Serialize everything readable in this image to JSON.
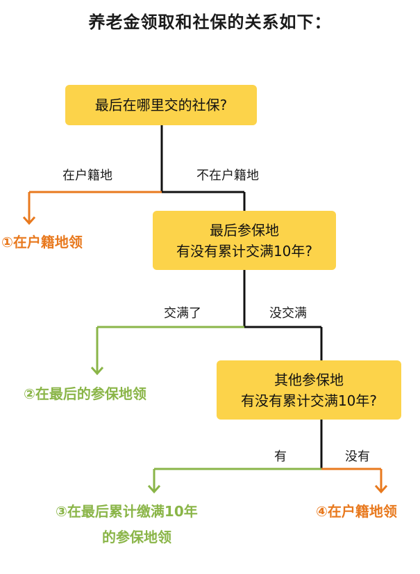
{
  "title": "养老金领取和社保的关系如下：",
  "colors": {
    "box": "#fcd34a",
    "line_black": "#111111",
    "line_orange": "#e8791e",
    "line_green": "#8ab548"
  },
  "nodes": {
    "q1": {
      "line1": "最后在哪里交的社保?"
    },
    "q2": {
      "line1": "最后参保地",
      "line2": "有没有累计交满10年?"
    },
    "q3": {
      "line1": "其他参保地",
      "line2": "有没有累计交满10年?"
    }
  },
  "branches": {
    "q1_left": "在户籍地",
    "q1_right": "不在户籍地",
    "q2_left": "交满了",
    "q2_right": "没交满",
    "q3_left": "有",
    "q3_right": "没有"
  },
  "outcomes": {
    "o1": {
      "line1": "①在户籍地领"
    },
    "o2": {
      "line1": "②在最后的参保地领"
    },
    "o3": {
      "line1": "③在最后累计缴满10年",
      "line2": "的参保地领"
    },
    "o4": {
      "line1": "④在户籍地领"
    }
  }
}
